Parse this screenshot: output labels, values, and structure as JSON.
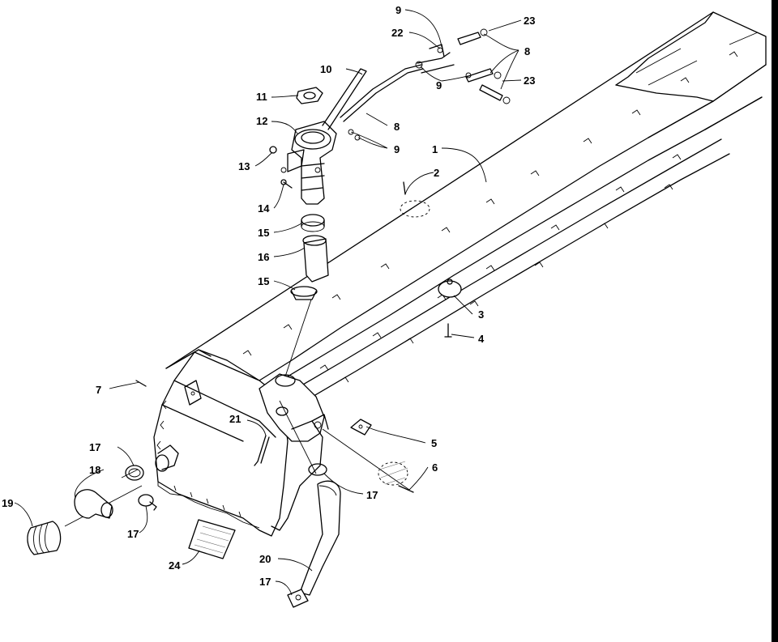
{
  "callouts": {
    "c1": "1",
    "c2": "2",
    "c3": "3",
    "c4": "4",
    "c5": "5",
    "c6": "6",
    "c7": "7",
    "c8a": "8",
    "c8b": "8",
    "c9a": "9",
    "c9b": "9",
    "c9c": "9",
    "c10": "10",
    "c11": "11",
    "c12": "12",
    "c13": "13",
    "c14": "14",
    "c15a": "15",
    "c15b": "15",
    "c16": "16",
    "c17a": "17",
    "c17b": "17",
    "c17c": "17",
    "c17d": "17",
    "c18": "18",
    "c19": "19",
    "c20": "20",
    "c21": "21",
    "c22": "22",
    "c23a": "23",
    "c23b": "23",
    "c24": "24"
  },
  "colors": {
    "line": "#000000",
    "background": "#ffffff"
  }
}
